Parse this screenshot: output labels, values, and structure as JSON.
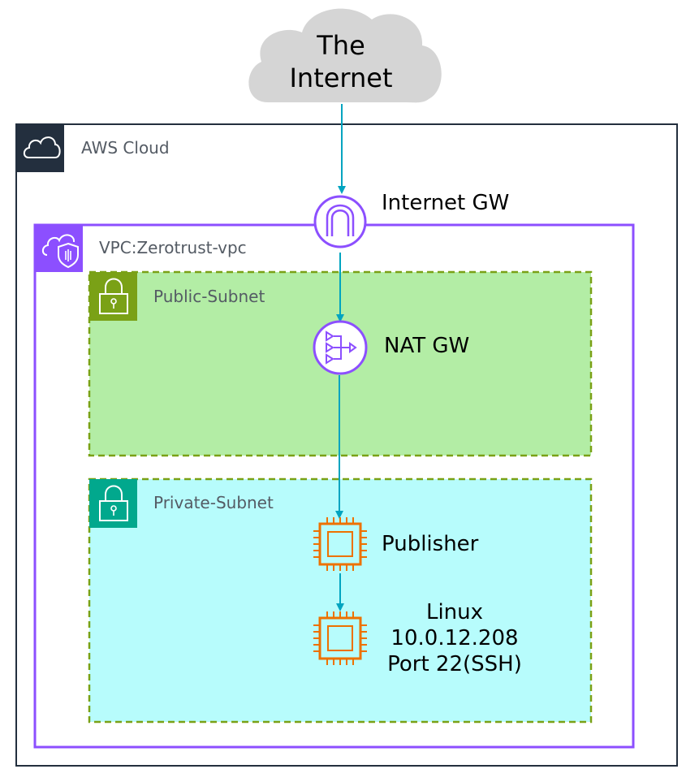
{
  "internet": {
    "line1": "The",
    "line2": "Internet"
  },
  "aws_cloud": {
    "label": "AWS Cloud",
    "icon": "cloud-icon"
  },
  "vpc": {
    "label": "VPC:Zerotrust-vpc",
    "icon": "vpc-cloud-shield-icon"
  },
  "public_subnet": {
    "label": "Public-Subnet",
    "icon": "padlock-icon"
  },
  "private_subnet": {
    "label": "Private-Subnet",
    "icon": "padlock-icon"
  },
  "internet_gw": {
    "label": "Internet GW",
    "icon": "internet-gateway-icon"
  },
  "nat_gw": {
    "label": "NAT GW",
    "icon": "nat-gateway-icon"
  },
  "publisher": {
    "label": "Publisher",
    "icon": "ec2-chip-icon"
  },
  "linux": {
    "line1": "Linux",
    "line2": "10.0.12.208",
    "line3": "Port 22(SSH)",
    "icon": "ec2-chip-icon"
  },
  "colors": {
    "aws_dark": "#232f3e",
    "vpc_purple": "#8c4fff",
    "public_green_fill": "#b3eda5",
    "public_green_tag": "#7aa116",
    "private_cyan_fill": "#b7fcfc",
    "private_teal_tag": "#01a88d",
    "subnet_border": "#7aa116",
    "arrow": "#00a4c0",
    "ec2_orange": "#ed7100",
    "cloud_gray": "#d5d5d5"
  }
}
